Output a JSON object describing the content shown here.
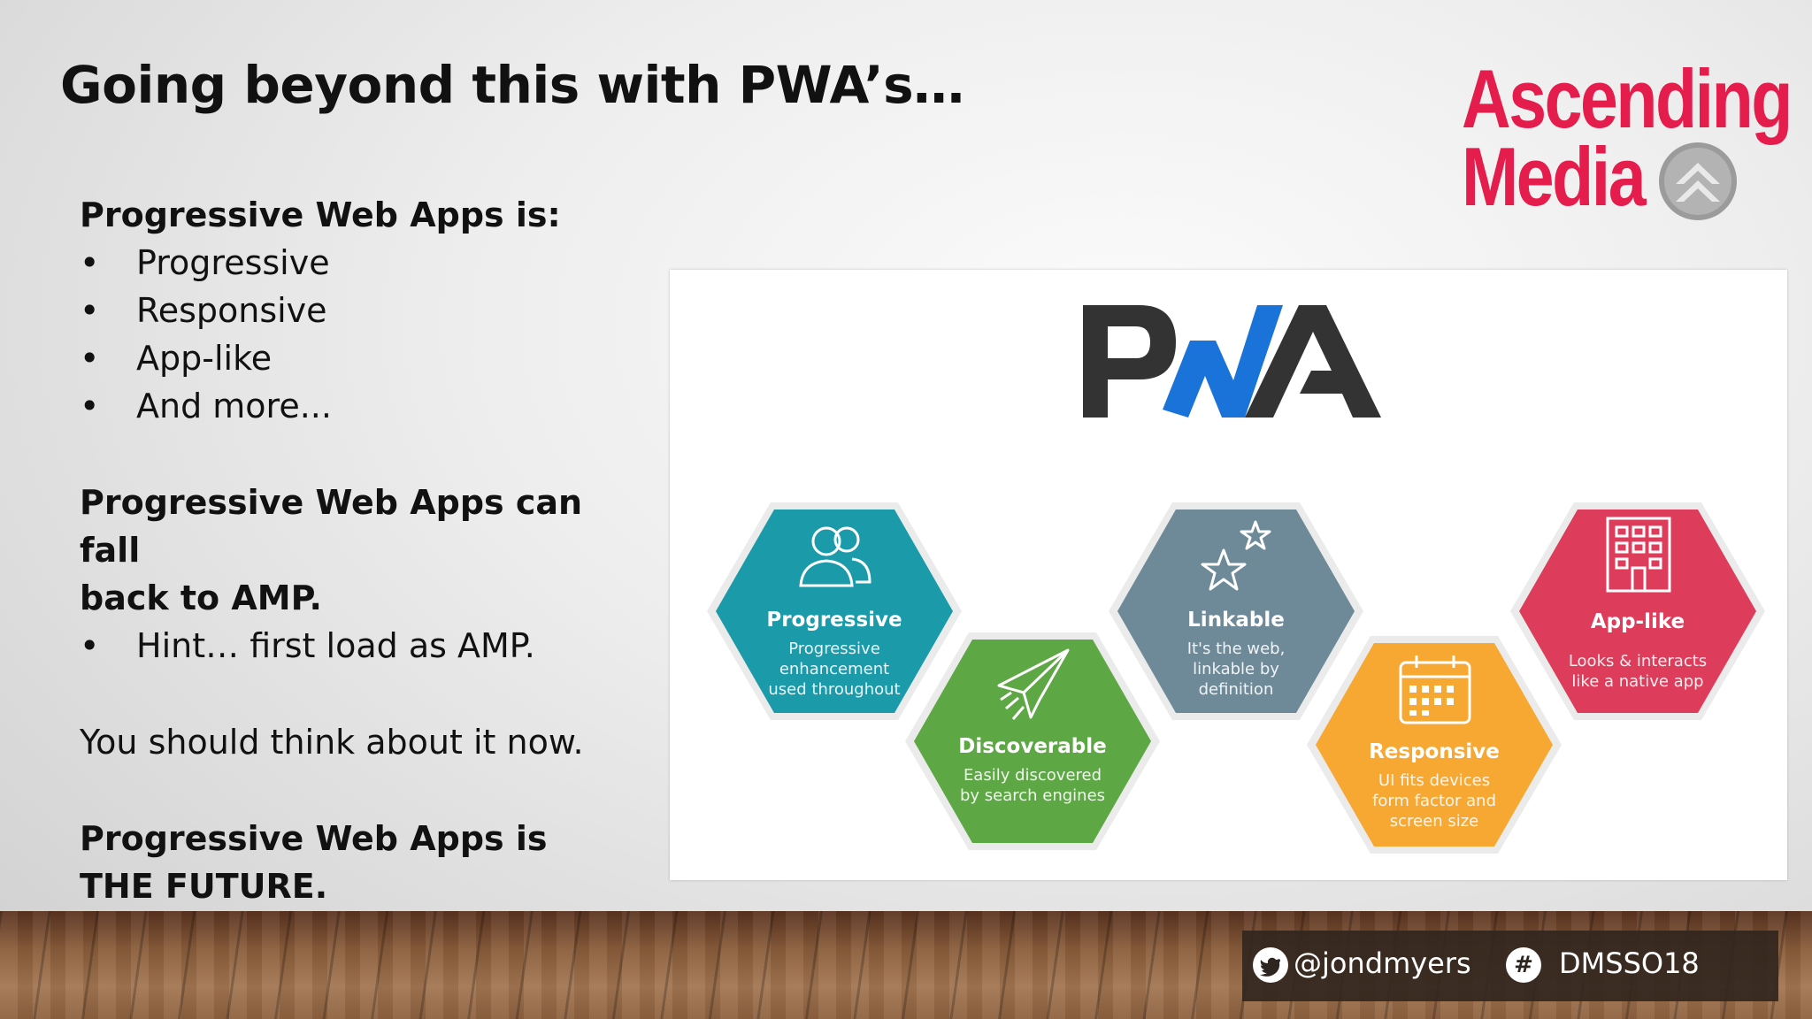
{
  "slide": {
    "title": "Going beyond this with PWA’s…"
  },
  "logo": {
    "line1": "Ascending",
    "line2": "Media"
  },
  "content": {
    "heading1": "Progressive Web Apps is:",
    "bullets1": [
      "Progressive",
      "Responsive",
      "App-like",
      "And more..."
    ],
    "heading2_line1": "Progressive Web Apps can fall",
    "heading2_line2": "back to AMP.",
    "bullets2": [
      "Hint… first load as AMP."
    ],
    "statement": "You should think about it now.",
    "heading3_line1": "Progressive Web Apps is",
    "heading3_line2": "THE FUTURE.",
    "bullet_char": "•"
  },
  "image": {
    "logo_colors": {
      "dark": "#333333",
      "blue": "#1a73d9"
    },
    "hexagons": [
      {
        "title": "Progressive",
        "desc": [
          "Progressive",
          "enhancement",
          "used throughout"
        ],
        "color": "#1b9aaa",
        "icon": "users-icon"
      },
      {
        "title": "Discoverable",
        "desc": [
          "Easily discovered",
          "by search engines"
        ],
        "color": "#5ea745",
        "icon": "paper-plane-icon"
      },
      {
        "title": "Linkable",
        "desc": [
          "It's the web,",
          "linkable by",
          "definition"
        ],
        "color": "#6e8a99",
        "icon": "stars-icon"
      },
      {
        "title": "Responsive",
        "desc": [
          "UI fits devices",
          "form factor and",
          "screen size"
        ],
        "color": "#f7a833",
        "icon": "calendar-icon"
      },
      {
        "title": "App-like",
        "desc": [
          "Looks & interacts",
          "like a native app"
        ],
        "color": "#dd3c5a",
        "icon": "building-icon"
      }
    ]
  },
  "footer": {
    "twitter_handle": "@jondmyers",
    "hashtag": "DMSSO18",
    "hashtag_symbol": "#"
  }
}
